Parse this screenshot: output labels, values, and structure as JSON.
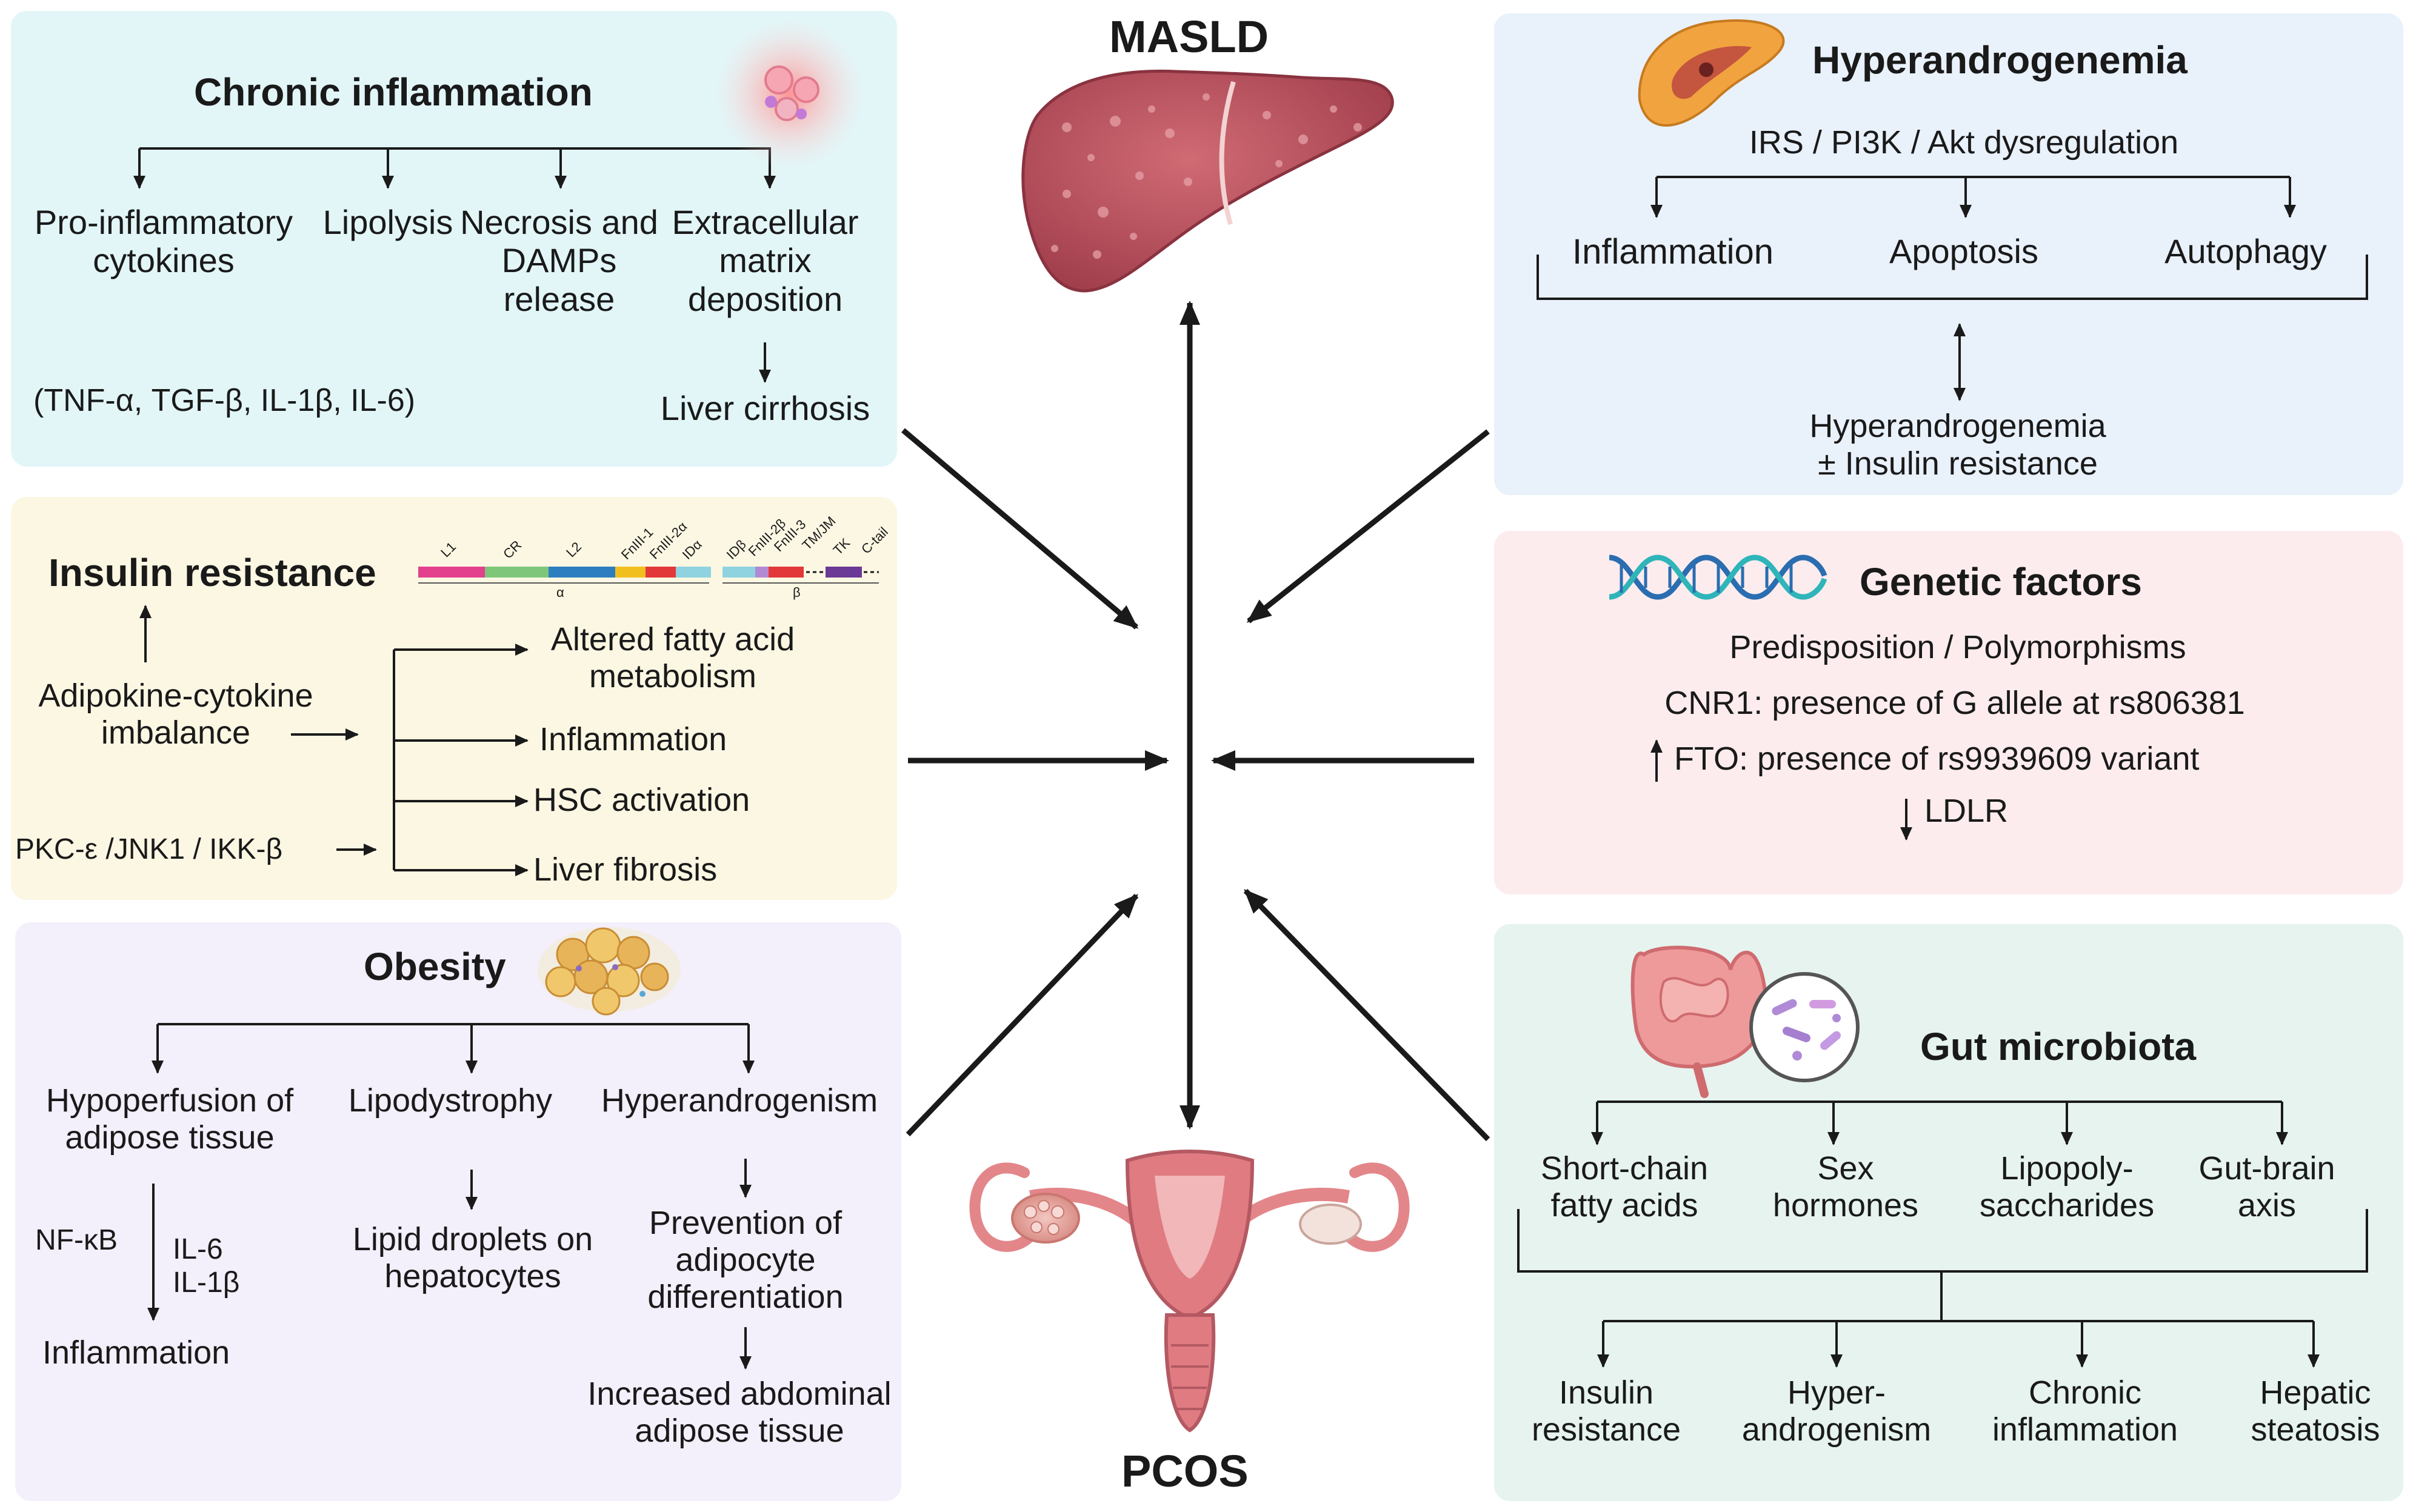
{
  "center": {
    "top_label": "MASLD",
    "bottom_label": "PCOS"
  },
  "chronic_inflammation": {
    "title": "Chronic inflammation",
    "items": [
      "Pro-inflammatory cytokines",
      "Lipolysis",
      "Necrosis and DAMPs release",
      "Extracellular matrix deposition"
    ],
    "cytokines": "(TNF-α, TGF-β, IL-1β, IL-6)",
    "outcome": "Liver cirrhosis"
  },
  "insulin_resistance": {
    "title": "Insulin resistance",
    "receptor_domains": [
      "L1",
      "CR",
      "L2",
      "FnIII-1",
      "FnIII-2α",
      "IDα",
      "IDβ",
      "FnIII-2β",
      "FnIII-3",
      "TM/JM",
      "TK",
      "C-tail"
    ],
    "subunit_alpha": "α",
    "subunit_beta": "β",
    "cause_1": "Adipokine-cytokine imbalance",
    "cause_2": "PKC-ε /JNK1 / IKK-β",
    "effects": [
      "Altered fatty acid metabolism",
      "Inflammation",
      "HSC activation",
      "Liver fibrosis"
    ]
  },
  "obesity": {
    "title": "Obesity",
    "items": [
      "Hypoperfusion of adipose tissue",
      "Lipodystrophy",
      "Hyperandrogenism"
    ],
    "nfkb": "NF-κB",
    "il6": "IL-6",
    "il1b": "IL-1β",
    "inflammation": "Inflammation",
    "lipid_droplets": "Lipid droplets on hepatocytes",
    "prevention": "Prevention of adipocyte differentiation",
    "increased": "Increased abdominal adipose tissue"
  },
  "hyperandrogenemia": {
    "title": "Hyperandrogenemia",
    "pathway": "IRS / PI3K / Akt dysregulation",
    "effects": [
      "Inflammation",
      "Apoptosis",
      "Autophagy"
    ],
    "outcome_1": "Hyperandrogenemia",
    "outcome_2": "± Insulin resistance"
  },
  "genetic_factors": {
    "title": "Genetic factors",
    "lines": [
      "Predisposition / Polymorphisms",
      "CNR1: presence of G allele at rs806381",
      "FTO: presence of rs9939609 variant",
      "LDLR"
    ],
    "arrow_up": "↑",
    "arrow_down": "↓"
  },
  "gut_microbiota": {
    "title": "Gut microbiota",
    "factors": [
      "Short-chain fatty acids",
      "Sex hormones",
      "Lipopoly-saccharides",
      "Gut-brain axis"
    ],
    "outcomes": [
      "Insulin resistance",
      "Hyper-androgenism",
      "Chronic inflammation",
      "Hepatic steatosis"
    ]
  },
  "colors": {
    "panel_inflammation": "#e2f6f8",
    "panel_insulin": "#fcf7e3",
    "panel_obesity": "#f3effb",
    "panel_hyperandrogenemia": "#e9f1fb",
    "panel_genetic": "#fdecee",
    "panel_gut": "#e6f3ef",
    "liver": "#b9505d",
    "uterus": "#e3868a"
  }
}
